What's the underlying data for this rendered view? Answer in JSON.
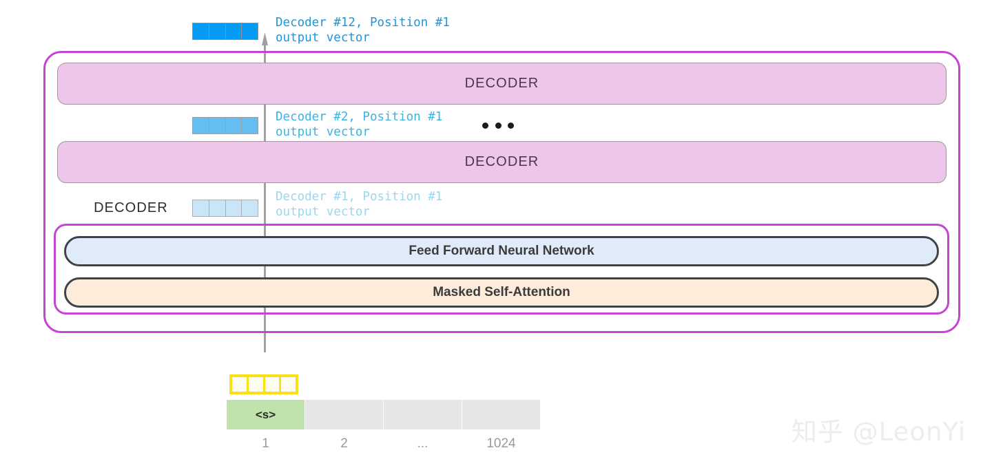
{
  "diagram": {
    "title": "GPT-2 decoder stack with position 1 output vectors",
    "colors": {
      "frame_purple": "#c345d1",
      "decoder_fill": "#edc6ea",
      "ffn_fill": "#e0ebfa",
      "attention_fill": "#fcecd9",
      "vector_top_blue": "#049bf5",
      "vector_mid_blue": "#64bef2",
      "vector_bottom_blue": "#cae5f8",
      "active_token_green": "#bfe3ab",
      "highlight_yellow": "#f7e014",
      "inactive_token_gray": "#e6e6e6"
    }
  },
  "outputs": {
    "top": {
      "caption": "Decoder #12, Position #1\noutput vector",
      "cell_count": 4
    },
    "middle": {
      "caption": "Decoder #2, Position #1\noutput vector",
      "cell_count": 4
    },
    "bottom": {
      "caption": "Decoder #1, Position #1\noutput vector",
      "cell_count": 4
    }
  },
  "stack": {
    "decoder_top_label": "DECODER",
    "decoder_mid_label": "DECODER",
    "decoder_first_label": "DECODER",
    "ellipsis_dot_count": 3
  },
  "expanded_decoder": {
    "feed_forward_label": "Feed Forward Neural Network",
    "attention_label": "Masked Self-Attention"
  },
  "input_embedding": {
    "cell_count": 4
  },
  "tokens": {
    "cells": [
      {
        "text": "<s>",
        "active": true
      },
      {
        "text": "",
        "active": false
      },
      {
        "text": "",
        "active": false
      },
      {
        "text": "",
        "active": false
      }
    ],
    "position_labels": [
      "1",
      "2",
      "...",
      "1024"
    ]
  },
  "watermark": {
    "text": "知乎 @LeonYi"
  }
}
